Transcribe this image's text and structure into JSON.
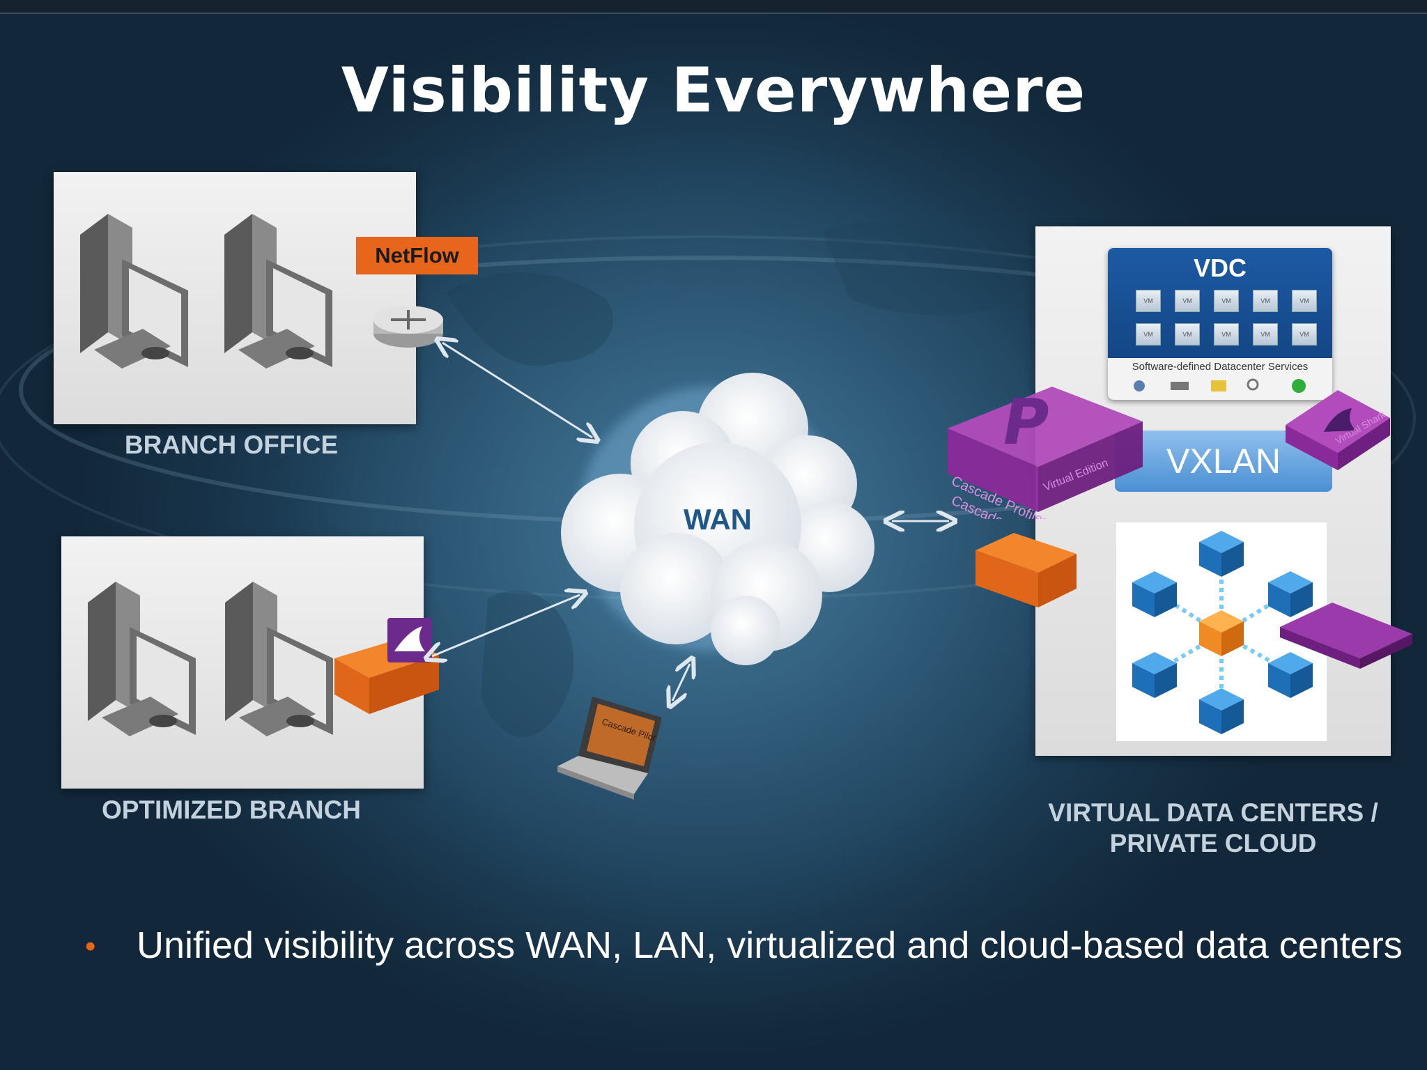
{
  "slide": {
    "title": "Visibility Everywhere",
    "bullet": "Unified visibility across WAN, LAN, virtualized and cloud-based data centers"
  },
  "branch_office": {
    "label": "BRANCH OFFICE",
    "badge": "NetFlow"
  },
  "optimized_branch": {
    "label": "OPTIMIZED BRANCH"
  },
  "wan": {
    "label": "WAN"
  },
  "laptop": {
    "screen_text": "Cascade Pilot"
  },
  "datacenter": {
    "label_line1": "VIRTUAL DATA CENTERS /",
    "label_line2": "PRIVATE CLOUD",
    "vdc_title": "VDC",
    "vm_label": "VM",
    "vdc_services": "Software-defined Datacenter Services",
    "vxlan": "VXLAN",
    "profiler_text1": "Cascade Profiler",
    "profiler_text2": "Cascade Gateway",
    "edition_text": "Virtual Edition",
    "shark_text": "Virtual Shark"
  },
  "colors": {
    "accent": "#e8661b",
    "purple": "#8a2a9a",
    "cube_blue": "#1d7fd0",
    "cube_orange": "#f08a24"
  }
}
